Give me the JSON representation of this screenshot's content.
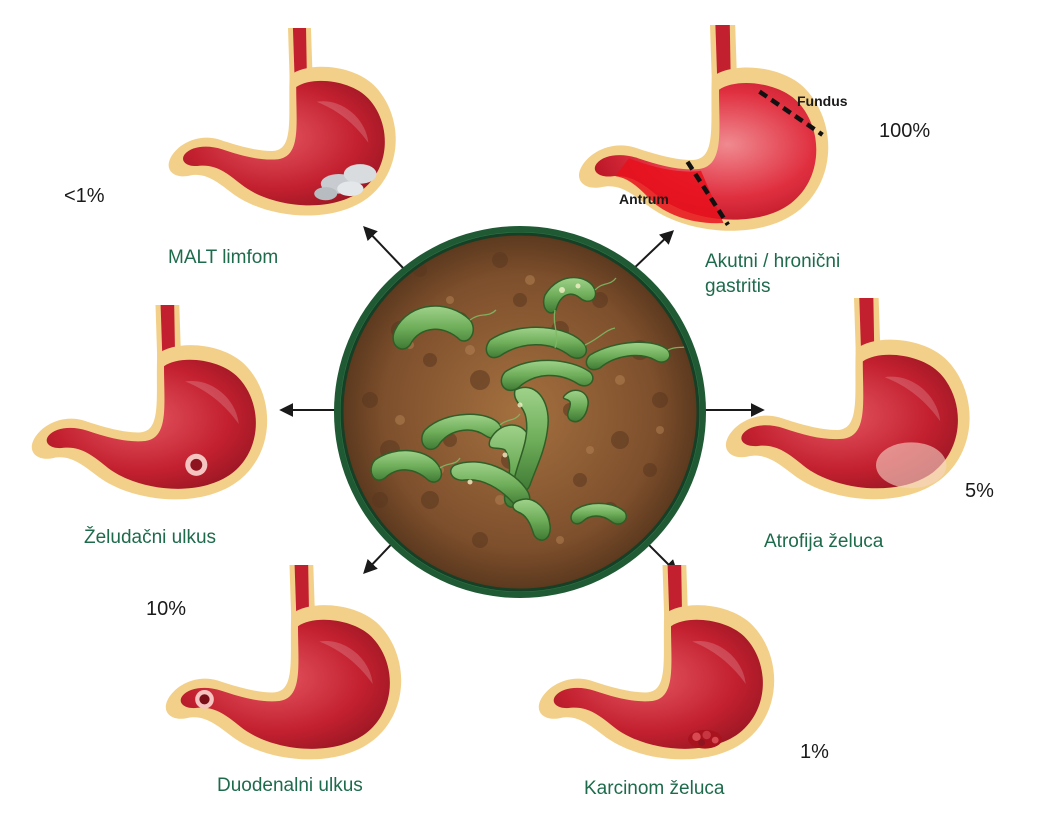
{
  "center": {
    "icon": "h-pylori-bacteria-icon"
  },
  "outcomes": [
    {
      "id": "malt",
      "label": "MALT limfom",
      "percent": "<1%",
      "feature": "gray-tumor-nodules"
    },
    {
      "id": "gastritis",
      "label_line1": "Akutni / hronični",
      "label_line2": "gastritis",
      "percent": "100%",
      "feature": "inflamed-stomach",
      "regions": {
        "fundus": "Fundus",
        "antrum": "Antrum"
      }
    },
    {
      "id": "gastric-ulcer",
      "label": "Želudačni ulkus",
      "percent": "",
      "feature": "ulcer-crater"
    },
    {
      "id": "atrophy",
      "label": "Atrofija želuca",
      "percent": "5%",
      "feature": "pale-atrophic-patch"
    },
    {
      "id": "duodenal-ulcer",
      "label": "Duodenalni ulkus",
      "percent": "10%",
      "feature": "duodenal-crater"
    },
    {
      "id": "carcinoma",
      "label": "Karcinom želuca",
      "percent": "1%",
      "feature": "tumor-growth"
    }
  ],
  "colors": {
    "stomach_outer": "#f2d08a",
    "stomach_inner": "#c3202f",
    "stomach_dark": "#8e1420",
    "inflamed": "#e81c28",
    "label_green": "#1e6b4c",
    "ring_green": "#1f5a34",
    "bacteria": "#6fae5a",
    "tissue": "#8a5a35"
  }
}
